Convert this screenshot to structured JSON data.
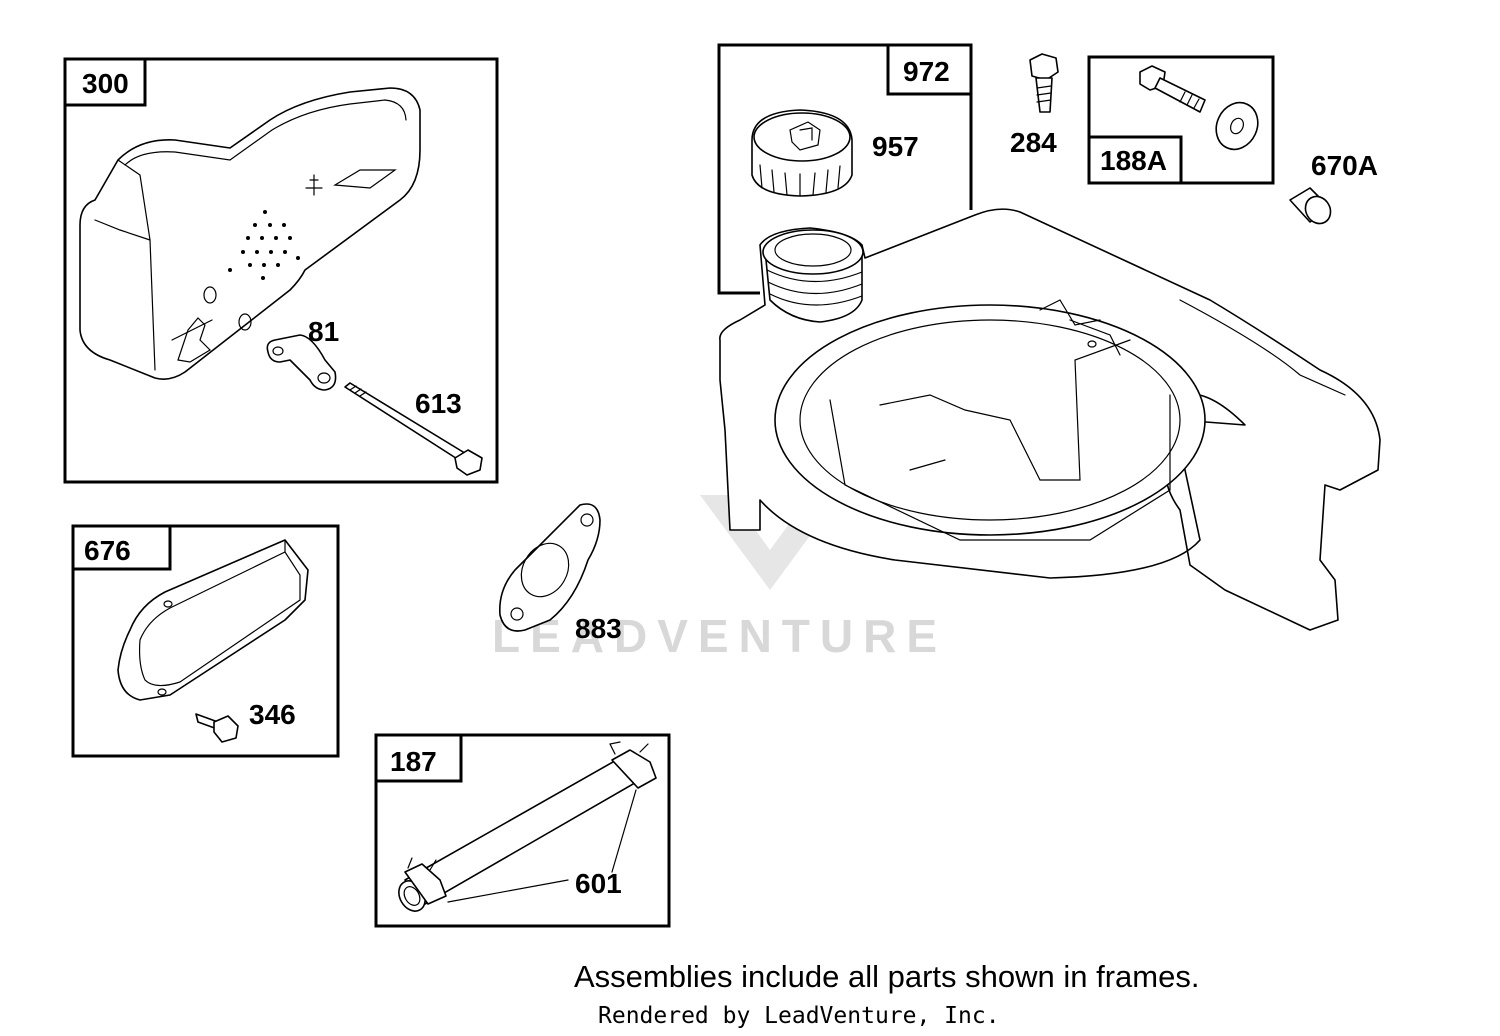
{
  "frames": {
    "f300": "300",
    "f676": "676",
    "f187": "187",
    "f972": "972",
    "f188a": "188A"
  },
  "parts": {
    "p81": "81",
    "p613": "613",
    "p346": "346",
    "p883": "883",
    "p601": "601",
    "p957": "957",
    "p284": "284",
    "p670a": "670A"
  },
  "watermark": "LEADVENTURE",
  "footer": {
    "note": "Assemblies include all parts shown in frames.",
    "credit": "Rendered by LeadVenture, Inc."
  }
}
